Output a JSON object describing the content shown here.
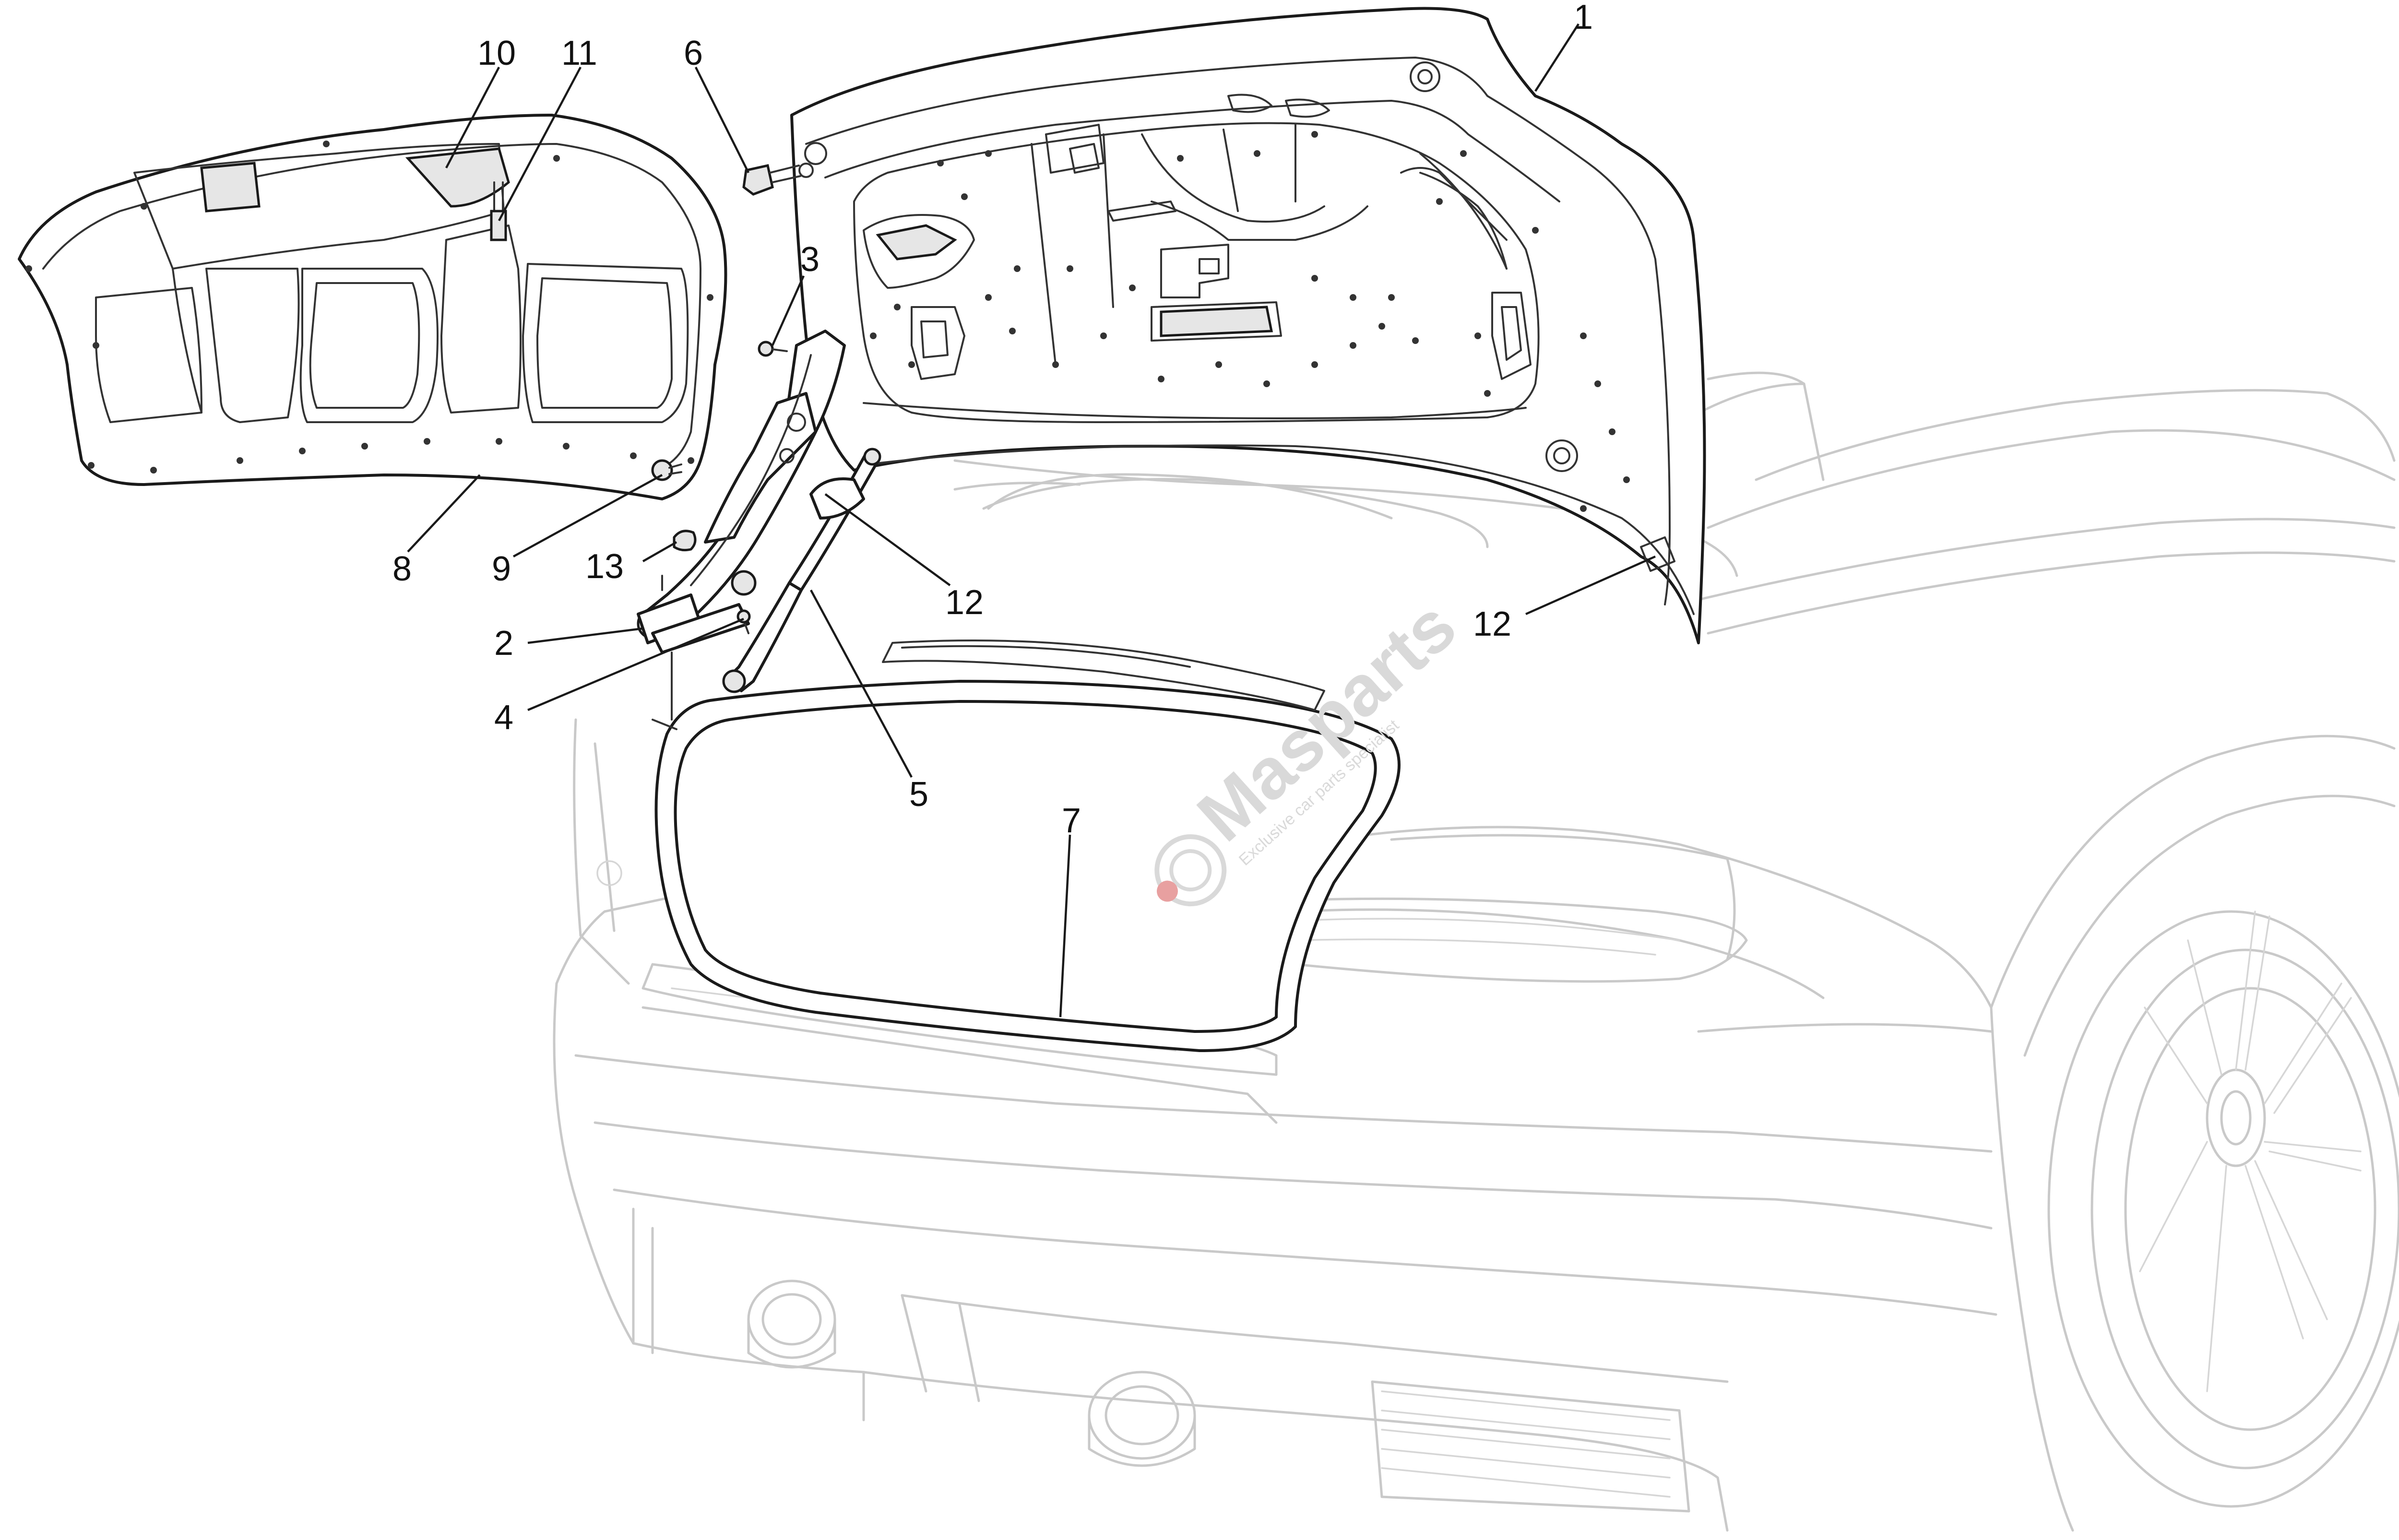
{
  "diagram": {
    "callouts": [
      {
        "id": "c1",
        "label": "1"
      },
      {
        "id": "c2",
        "label": "2"
      },
      {
        "id": "c3",
        "label": "3"
      },
      {
        "id": "c4",
        "label": "4"
      },
      {
        "id": "c5",
        "label": "5"
      },
      {
        "id": "c6",
        "label": "6"
      },
      {
        "id": "c7",
        "label": "7"
      },
      {
        "id": "c8",
        "label": "8"
      },
      {
        "id": "c9",
        "label": "9"
      },
      {
        "id": "c10",
        "label": "10"
      },
      {
        "id": "c11",
        "label": "11"
      },
      {
        "id": "c12a",
        "label": "12"
      },
      {
        "id": "c12b",
        "label": "12"
      },
      {
        "id": "c13",
        "label": "13"
      }
    ],
    "watermark": {
      "brand": "Masparts",
      "tagline": "Exclusive car parts specialist"
    },
    "colors": {
      "part_line": "#1a1a1a",
      "car_line": "#c9c9c9",
      "watermark": "#d9d9d9",
      "watermark_accent": "#e8a0a0"
    }
  }
}
